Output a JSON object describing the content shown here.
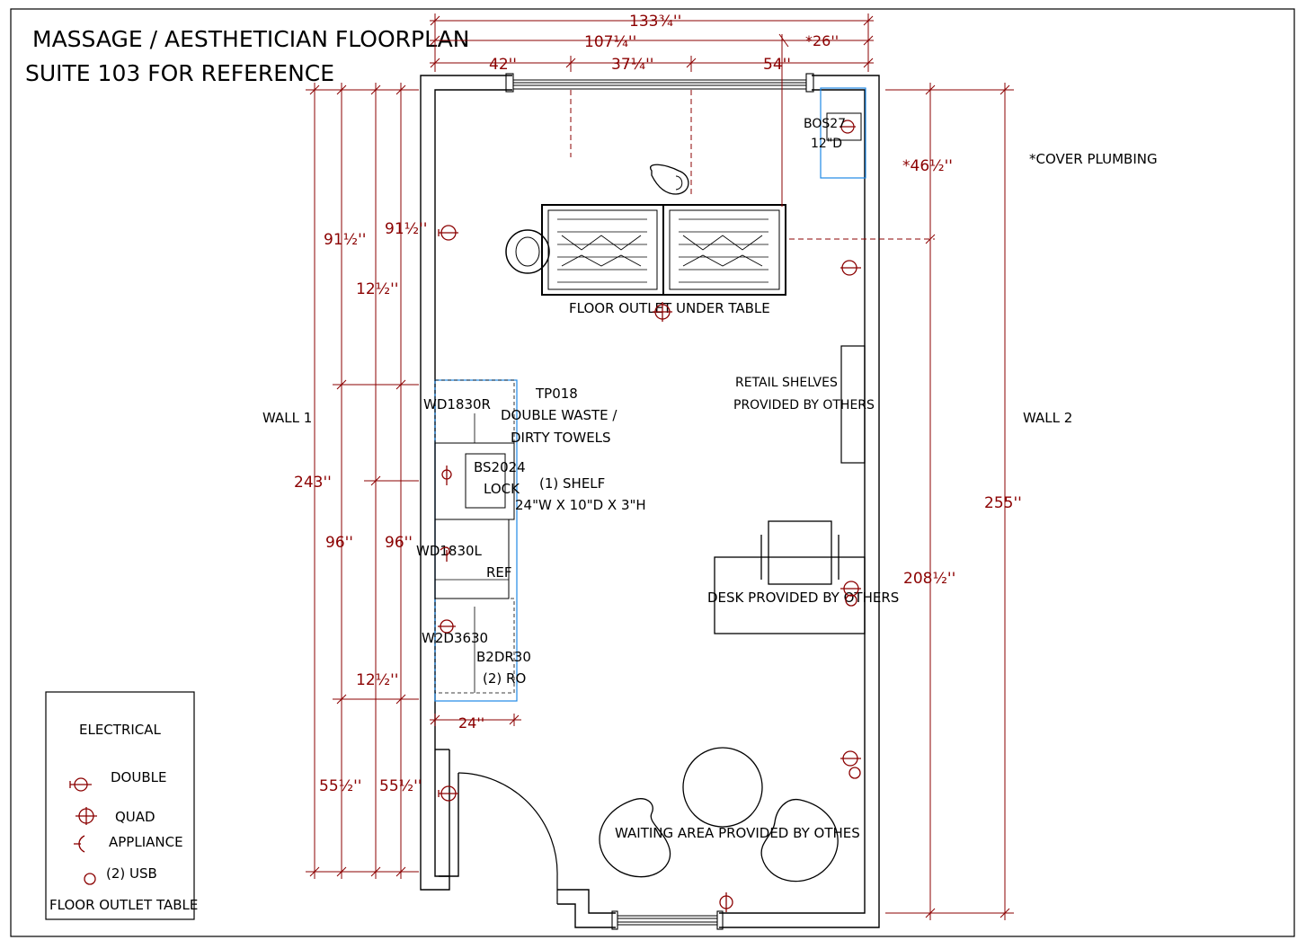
{
  "title": {
    "line1": "MASSAGE / AESTHETICIAN FLOORPLAN",
    "line2": "SUITE 103 FOR REFERENCE"
  },
  "top_dimensions": {
    "overall": "133¾''",
    "left_span": "107¼''",
    "plumbing": "*26''",
    "window_left": "42''",
    "window_mid": "37¼''",
    "window_right": "54''"
  },
  "left_dimensions": {
    "outer_upper": "91½''",
    "inner_upper": "91½''",
    "cabinet_top": "12½''",
    "overall": "243''",
    "outer_middle": "96''",
    "inner_middle": "96''",
    "cabinet_bottom": "12½''",
    "outer_lower": "55½''",
    "inner_lower": "55½''"
  },
  "right_dimensions": {
    "plumbing_height": "*46½''",
    "inner_wall": "208½''",
    "overall": "255''"
  },
  "walls": {
    "wall1": "WALL 1",
    "wall2": "WALL 2"
  },
  "notes": {
    "cover_plumbing": "*COVER PLUMBING"
  },
  "cabinets": {
    "bos27": "BOS27",
    "bos27_size": "12\"D",
    "wd1830r": "WD1830R",
    "tp018": "TP018",
    "tp018_desc1": "DOUBLE WASTE /",
    "tp018_desc2": "DIRTY TOWELS",
    "bs2024": "BS2024",
    "lock": "LOCK",
    "shelf1": "(1) SHELF",
    "shelf2": "24\"W X 10\"D X 3\"H",
    "wd1830l": "WD1830L",
    "ref": "REF",
    "w2d3630": "W2D3630",
    "b2dr30": "B2DR30",
    "ro": "(2) RO",
    "depth": "24''"
  },
  "labels": {
    "floor_outlet": "FLOOR OUTLET UNDER TABLE",
    "retail1": "RETAIL SHELVES",
    "retail2": "PROVIDED BY OTHERS",
    "desk": "DESK PROVIDED BY OTHERS",
    "waiting": "WAITING AREA PROVIDED BY OTHES"
  },
  "legend": {
    "heading": "ELECTRICAL",
    "double": "DOUBLE",
    "quad": "QUAD",
    "appliance": "APPLIANCE",
    "usb": "(2) USB",
    "floor_outlet": "FLOOR OUTLET TABLE"
  },
  "colors": {
    "dimension": "#8b0000",
    "cabinet_outline": "#1e88e5",
    "line": "#000000"
  }
}
